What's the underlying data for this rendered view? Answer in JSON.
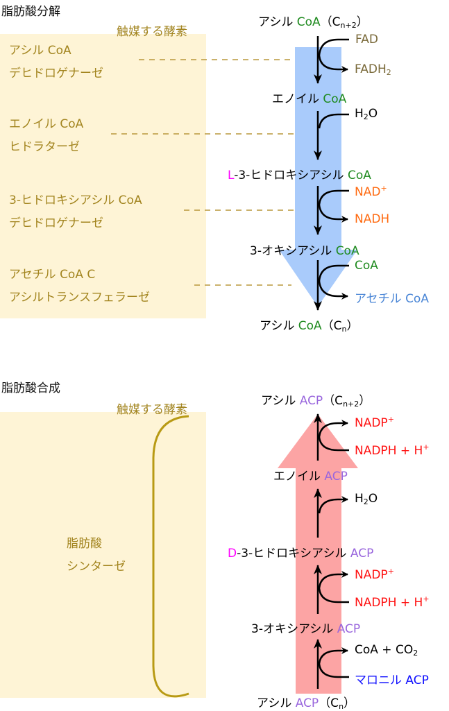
{
  "colors": {
    "enzyme": "#a2841e",
    "panel_bg": "#fef4d6",
    "coa": "#1e8a1e",
    "acp": "#9966dd",
    "fad": "#7a6a3a",
    "nad": "#ff6a10",
    "nadp": "#ff1010",
    "acetyl_coa": "#4a86d6",
    "malonyl": "#1010ff",
    "stereo": "#ff00ff",
    "degradation_arrow": "#a9cbfb",
    "synthesis_arrow": "#fca4a4"
  },
  "degradation": {
    "title": "脂肪酸分解",
    "enzyme_header": "触媒する酵素",
    "enzymes": [
      {
        "line1": "アシル CoA",
        "line2": "デヒドロゲナーゼ"
      },
      {
        "line1": "エノイル CoA",
        "line2": "ヒドラターゼ"
      },
      {
        "line1": "3-ヒドロキシアシル CoA",
        "line2": "デヒドロゲナーゼ"
      },
      {
        "line1": "アセチル CoA C",
        "line2": "アシルトランスフェラーゼ"
      }
    ],
    "molecules": [
      {
        "prefix": "",
        "name": "アシル ",
        "carrier": "CoA",
        "suffix": "（C",
        "sub": "n+2",
        "close": "）"
      },
      {
        "prefix": "",
        "name": "エノイル ",
        "carrier": "CoA"
      },
      {
        "prefix": "L",
        "name": "-3-ヒドロキシアシル ",
        "carrier": "CoA"
      },
      {
        "prefix": "",
        "name": "3-オキシアシル ",
        "carrier": "CoA"
      },
      {
        "prefix": "",
        "name": "アシル ",
        "carrier": "CoA",
        "suffix": "（C",
        "sub": "n",
        "close": "）"
      }
    ],
    "steps": [
      {
        "in": "FAD",
        "out": "FADH",
        "out_sub": "2"
      },
      {
        "in": "H",
        "in_sub": "2",
        "in_tail": "O"
      },
      {
        "in": "NAD",
        "in_sup": "+",
        "out": "NADH"
      },
      {
        "in": "CoA",
        "out": "アセチル CoA"
      }
    ]
  },
  "synthesis": {
    "title": "脂肪酸合成",
    "enzyme_header": "触媒する酵素",
    "enzyme": {
      "line1": "脂肪酸",
      "line2": "シンターゼ"
    },
    "molecules": [
      {
        "prefix": "",
        "name": "アシル ",
        "carrier": "ACP",
        "suffix": "（C",
        "sub": "n+2",
        "close": "）"
      },
      {
        "prefix": "",
        "name": "エノイル ",
        "carrier": "ACP"
      },
      {
        "prefix": "D",
        "name": "-3-ヒドロキシアシル ",
        "carrier": "ACP"
      },
      {
        "prefix": "",
        "name": "3-オキシアシル ",
        "carrier": "ACP"
      },
      {
        "prefix": "",
        "name": "アシル ",
        "carrier": "ACP",
        "suffix": "（C",
        "sub": "n",
        "close": "）"
      }
    ],
    "steps": [
      {
        "out": "NADP",
        "out_sup": "+",
        "in": "NADPH + H",
        "in_sup": "+"
      },
      {
        "out": "H",
        "out_sub": "2",
        "out_tail": "O"
      },
      {
        "out": "NADP",
        "out_sup": "+",
        "in": "NADPH + H",
        "in_sup": "+"
      },
      {
        "out": "CoA + CO",
        "out_sub": "2",
        "in": "マロニル ACP"
      }
    ]
  }
}
